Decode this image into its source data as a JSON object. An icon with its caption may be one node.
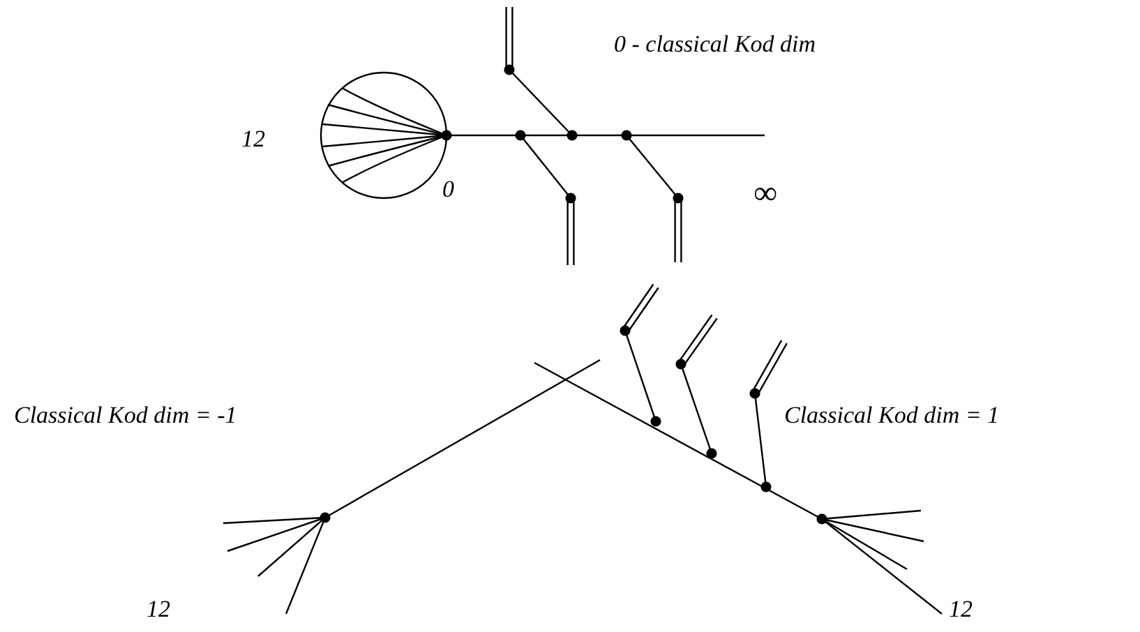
{
  "diagram": {
    "labels": [
      "0 - classical Kod dim",
      "12",
      "0",
      "∞",
      "Classical Kod dim = -1",
      "Classical Kod dim = 1",
      "12",
      "12"
    ]
  }
}
